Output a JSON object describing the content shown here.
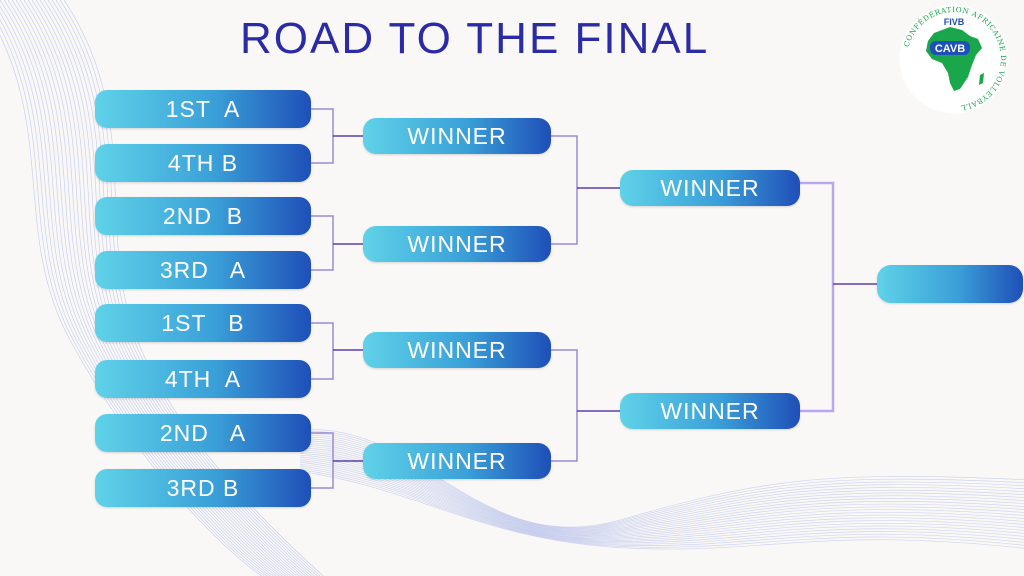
{
  "title": "ROAD TO THE FINAL",
  "colors": {
    "pill_start": "#5fd2e8",
    "pill_end": "#1f4fb8",
    "title": "#2b2ba6",
    "connector": "#7a5cc6",
    "logo_green": "#1aa64a"
  },
  "round1": [
    "1ST  A",
    "4TH B",
    "2ND  B",
    "3RD   A",
    "1ST   B",
    "4TH  A",
    "2ND   A",
    "3RD B"
  ],
  "round2": [
    "WINNER",
    "WINNER",
    "WINNER",
    "WINNER"
  ],
  "semifinal": [
    "WINNER",
    "WINNER"
  ],
  "final": "",
  "logo": {
    "fivb": "FIVB",
    "cavb": "CAVB",
    "ring_text": "CONFÉDÉRATION AFRICAINE DE VOLLEYBALL",
    "icon": "africa-map-icon"
  }
}
